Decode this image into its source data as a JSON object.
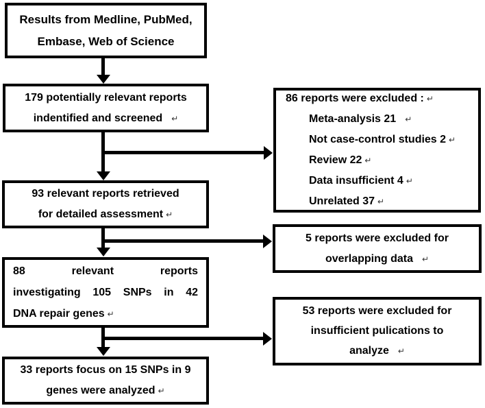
{
  "glyphs": {
    "return_mark": "↵"
  },
  "colors": {
    "line": "#000000",
    "background": "#ffffff",
    "text": "#000000"
  },
  "boxes": {
    "sources": {
      "line1": "Results from Medline, PubMed,",
      "line2": "Embase, Web of Science"
    },
    "screened": {
      "line1": "179 potentially relevant reports",
      "line2": "indentified and screened"
    },
    "excluded86": {
      "title": "86 reports were excluded :",
      "items": [
        "Meta-analysis 21",
        "Not case-control studies 2",
        "Review 22",
        "Data insufficient 4",
        "Unrelated 37"
      ]
    },
    "retrieved": {
      "line1": "93 relevant reports retrieved",
      "line2": "for detailed assessment"
    },
    "excluded5": {
      "line1": "5 reports were excluded for",
      "line2": "overlapping data"
    },
    "investigating": {
      "line1": "88 relevant reports",
      "line2": "investigating 105 SNPs in 42",
      "line3": "DNA repair genes"
    },
    "excluded53": {
      "line1": "53 reports were excluded for",
      "line2": "insufficient pulications to",
      "line3": "analyze"
    },
    "analyzed": {
      "line1": "33 reports focus on 15 SNPs in 9",
      "line2": "genes were analyzed"
    }
  }
}
